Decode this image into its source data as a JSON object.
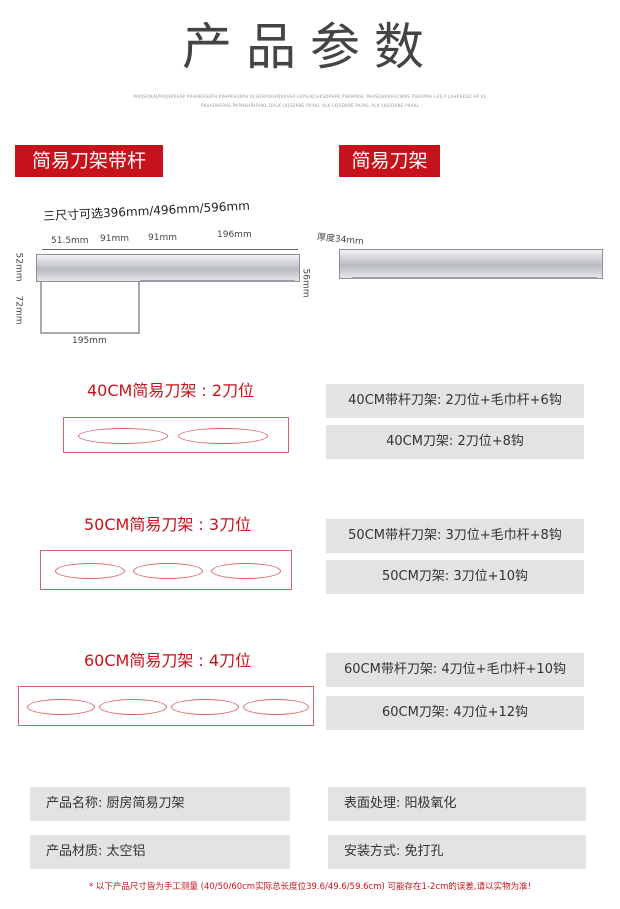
{
  "header": {
    "title": "产品参数",
    "subtitle_line1": "PAPJSPJKAJPKHJSPKHSP PKHHKHSEPH PKHPKHSKPH KLSDHPLKHPJKASHP LKPSLKCHKSDPHPK PSKHPKSL PKHSDHPKHSCWNS PSKHPKH LAJLP LAHKSKSD HP KL",
    "subtitle_line2": "PKHADHSPHS PKPHKHPAPHKL DALK LKJSDKNE PKAKL ALK LKJSDKNE PKAKL ALK LKJSDKNE PKAKL"
  },
  "left_product": {
    "badge": "简易刀架带杆",
    "sizes": "三尺寸可选396mm/496mm/596mm",
    "dims": [
      "51.5mm",
      "91mm",
      "91mm",
      "196mm"
    ],
    "height_top": "52mm",
    "height_bottom": "72mm",
    "right_height": "56mm",
    "bar_width": "195mm"
  },
  "right_product": {
    "badge": "简易刀架",
    "thickness": "厚度34mm"
  },
  "slots": [
    {
      "title": "40CM简易刀架 : 2刀位",
      "ovals": 2,
      "bar": "40CM带杆刀架: 2刀位+毛巾杆+6钩",
      "plain": "40CM刀架: 2刀位+8钩"
    },
    {
      "title": "50CM简易刀架 : 3刀位",
      "ovals": 3,
      "bar": "50CM带杆刀架: 3刀位+毛巾杆+8钩",
      "plain": "50CM刀架: 3刀位+10钩"
    },
    {
      "title": "60CM简易刀架 : 4刀位",
      "ovals": 4,
      "bar": "60CM带杆刀架: 4刀位+毛巾杆+10钩",
      "plain": "60CM刀架: 4刀位+12钩"
    }
  ],
  "specs": {
    "name": "产品名称:  厨房简易刀架",
    "material": "产品材质:  太空铝",
    "surface": "表面处理:  阳极氧化",
    "install": "安装方式:  免打孔"
  },
  "footer_note": "* 以下产品尺寸皆为手工测量 (40/50/60cm实际总长度位39.6/49.6/59.6cm) 可能存在1-2cm的误差,请以实物为准!",
  "colors": {
    "accent": "#c6131b",
    "box_bg": "#e3e3e3"
  }
}
